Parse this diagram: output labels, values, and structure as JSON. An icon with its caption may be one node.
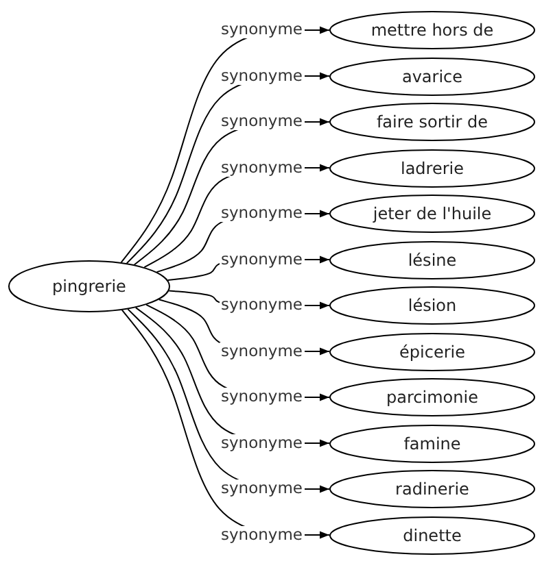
{
  "diagram": {
    "nodes": [
      {
        "text": [
          "pingrerie"
        ]
      },
      {
        "text": [
          "mettre hors de"
        ]
      },
      {
        "text": [
          "avarice"
        ]
      },
      {
        "text": [
          "faire sortir de"
        ]
      },
      {
        "text": [
          "ladrerie"
        ]
      },
      {
        "text": [
          "jeter de l'huile"
        ]
      },
      {
        "text": [
          "lésine"
        ]
      },
      {
        "text": [
          "lésion"
        ]
      },
      {
        "text": [
          "épicerie"
        ]
      },
      {
        "text": [
          "parcimonie"
        ]
      },
      {
        "text": [
          "famine"
        ]
      },
      {
        "text": [
          "radinerie"
        ]
      },
      {
        "text": [
          "dinette"
        ]
      }
    ],
    "edges": [
      {
        "from": 0,
        "to": 1,
        "arrow": "to",
        "label": "synonyme"
      },
      {
        "from": 0,
        "to": 2,
        "arrow": "to",
        "label": "synonyme"
      },
      {
        "from": 0,
        "to": 3,
        "arrow": "to",
        "label": "synonyme"
      },
      {
        "from": 0,
        "to": 4,
        "arrow": "to",
        "label": "synonyme"
      },
      {
        "from": 0,
        "to": 5,
        "arrow": "to",
        "label": "synonyme"
      },
      {
        "from": 0,
        "to": 6,
        "arrow": "to",
        "label": "synonyme"
      },
      {
        "from": 0,
        "to": 7,
        "arrow": "to",
        "label": "synonyme"
      },
      {
        "from": 0,
        "to": 8,
        "arrow": "to",
        "label": "synonyme"
      },
      {
        "from": 0,
        "to": 9,
        "arrow": "to",
        "label": "synonyme"
      },
      {
        "from": 0,
        "to": 10,
        "arrow": "to",
        "label": "synonyme"
      },
      {
        "from": 0,
        "to": 11,
        "arrow": "to",
        "label": "synonyme"
      },
      {
        "from": 0,
        "to": 12,
        "arrow": "to",
        "label": "synonyme"
      }
    ]
  }
}
